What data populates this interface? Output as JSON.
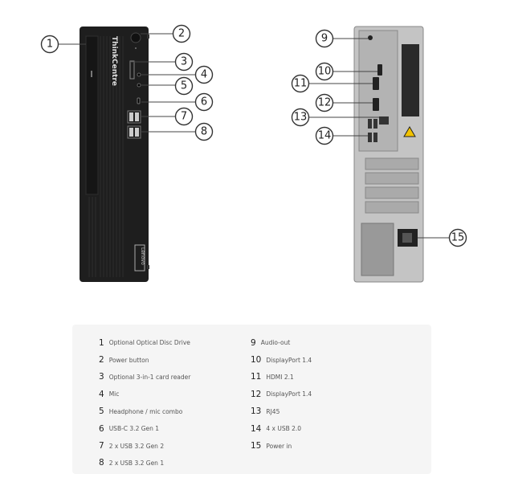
{
  "front_callouts": [
    "1",
    "2",
    "3",
    "4",
    "5",
    "6",
    "7",
    "8"
  ],
  "rear_callouts": [
    "9",
    "10",
    "11",
    "12",
    "13",
    "14",
    "15"
  ],
  "logos": {
    "front_vertical": "ThinkCentre",
    "front_badge": "Lenovo"
  },
  "legend": {
    "left": [
      {
        "num": "1",
        "label": "Optional Optical Disc Drive"
      },
      {
        "num": "2",
        "label": "Power button"
      },
      {
        "num": "3",
        "label": "Optional 3-in-1 card reader"
      },
      {
        "num": "4",
        "label": "Mic"
      },
      {
        "num": "5",
        "label": "Headphone / mic combo"
      },
      {
        "num": "6",
        "label": "USB-C 3.2 Gen 1"
      },
      {
        "num": "7",
        "label": "2 x USB 3.2 Gen 2"
      },
      {
        "num": "8",
        "label": "2 x USB 3.2 Gen 1"
      }
    ],
    "right": [
      {
        "num": "9",
        "label": "Audio-out"
      },
      {
        "num": "10",
        "label": "DisplayPort 1.4"
      },
      {
        "num": "11",
        "label": "HDMI 2.1"
      },
      {
        "num": "12",
        "label": "DisplayPort 1.4"
      },
      {
        "num": "13",
        "label": "RJ45"
      },
      {
        "num": "14",
        "label": "4 x USB 2.0"
      },
      {
        "num": "15",
        "label": "Power in"
      }
    ]
  },
  "colors": {
    "chassis": "#1e1e1e",
    "rear_panel": "#b9b9b9",
    "legend_bg": "#f5f5f5",
    "warning": "#f2c200"
  }
}
